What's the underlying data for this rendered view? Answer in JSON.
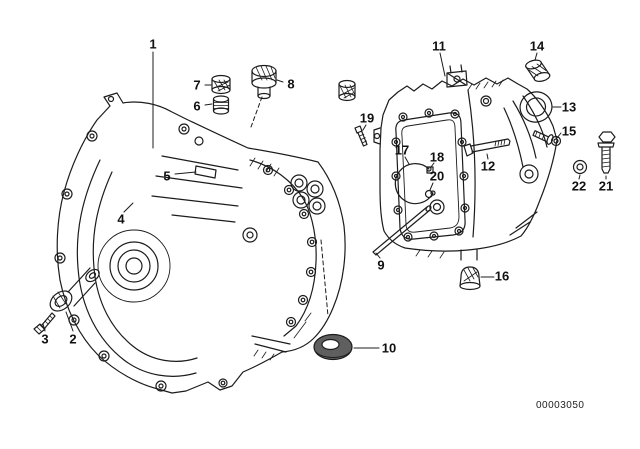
{
  "diagram": {
    "watermark": "00003050",
    "callouts": {
      "c1": "1",
      "c2": "2",
      "c3": "3",
      "c4": "4",
      "c5": "5",
      "c6": "6",
      "c7": "7",
      "c8": "8",
      "c9": "9",
      "c10": "10",
      "c11": "11",
      "c12": "12",
      "c13": "13",
      "c14": "14",
      "c15": "15",
      "c16": "16",
      "c17": "17",
      "c18": "18",
      "c19": "19",
      "c20": "20",
      "c21": "21",
      "c22": "22"
    }
  }
}
